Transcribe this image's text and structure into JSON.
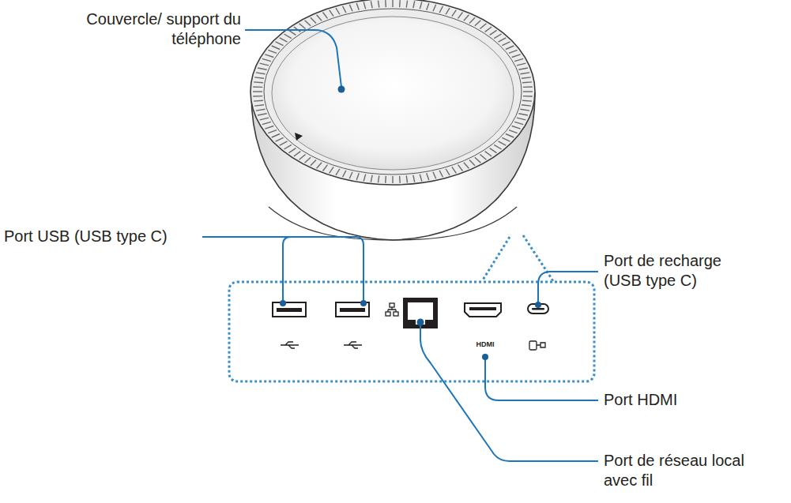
{
  "diagram": {
    "labels": [
      "Couvercle/ support du téléphone",
      "Port USB (USB type C)",
      "Port de recharge (USB type C)",
      "Port HDMI",
      "Port de réseau local avec fil",
      "HDMI"
    ]
  }
}
